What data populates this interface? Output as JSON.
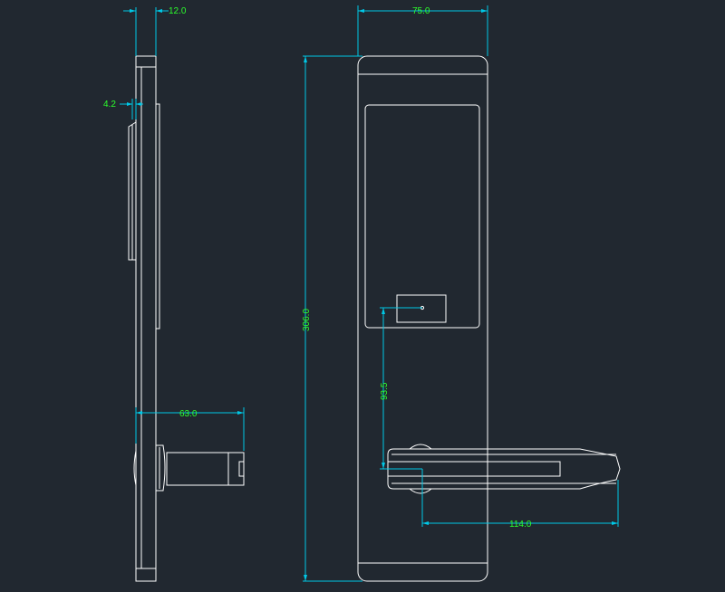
{
  "colors": {
    "background": "#212830",
    "geometry": "#ffffff",
    "dimension_lines": "#00c8e6",
    "dimension_text": "#2cff2c"
  },
  "dimensions": {
    "side_thickness": "12.0",
    "side_offset": "4.2",
    "knob_depth": "63.0",
    "front_width": "75.0",
    "overall_height": "306.0",
    "handle_height": "93.5",
    "handle_length": "114.0"
  }
}
